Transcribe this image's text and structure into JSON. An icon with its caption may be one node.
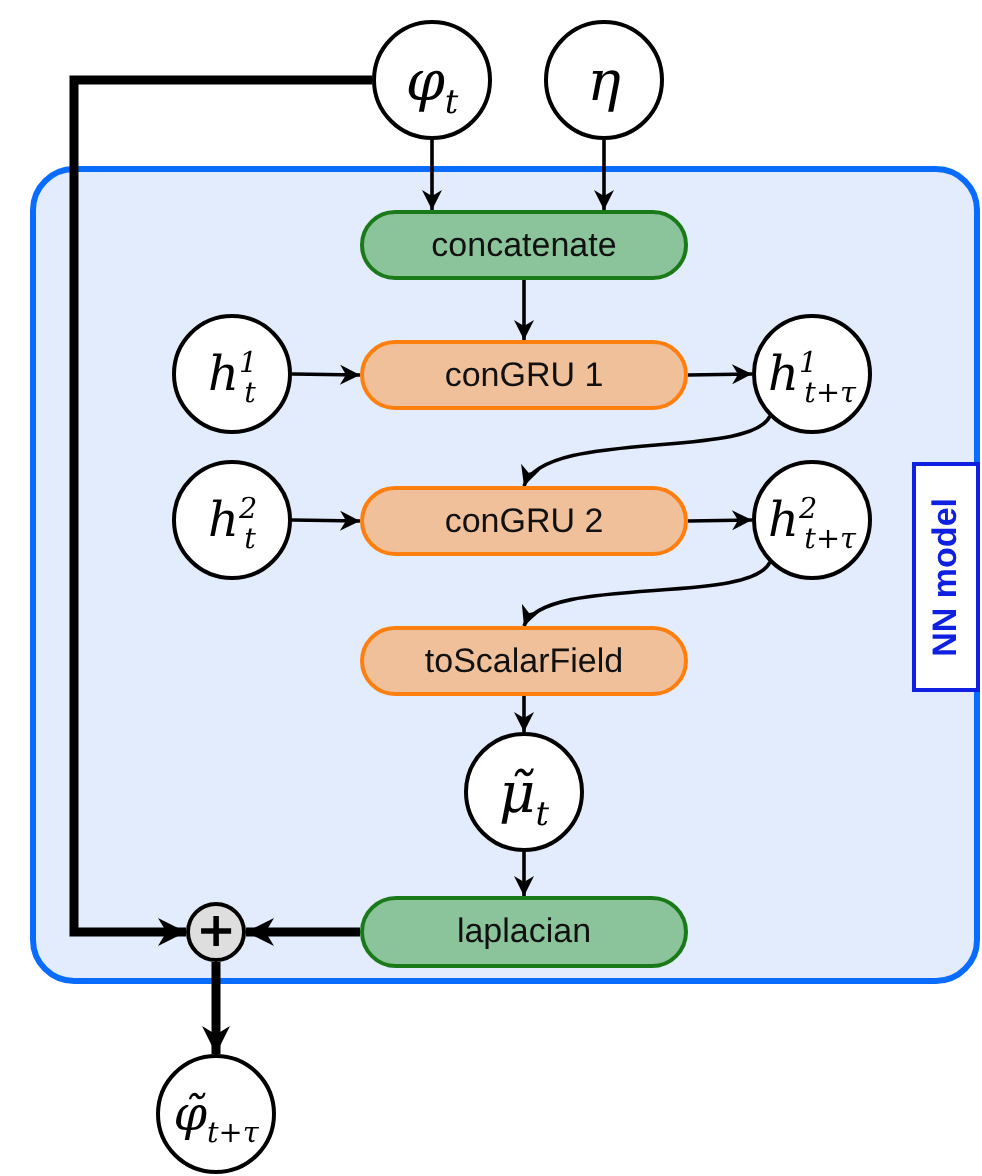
{
  "diagram": {
    "nodes": [
      {
        "text": [
          "NN model"
        ]
      },
      {
        "text": [
          "φ$_{t}$"
        ]
      },
      {
        "text": [
          "η"
        ]
      },
      {
        "text": [
          "concatenate"
        ],
        "in": 0
      },
      {
        "text": [
          "h$^{1}$$_{t}$"
        ],
        "in": 0
      },
      {
        "text": [
          "conGRU 1"
        ],
        "in": 0
      },
      {
        "text": [
          "h$^{1}$$_{t+τ}$"
        ],
        "in": 0
      },
      {
        "text": [
          "h$^{2}$$_{t}$"
        ],
        "in": 0
      },
      {
        "text": [
          "conGRU 2"
        ],
        "in": 0
      },
      {
        "text": [
          "h$^{2}$$_{t+τ}$"
        ],
        "in": 0
      },
      {
        "text": [
          "toScalarField"
        ],
        "in": 0
      },
      {
        "text": [
          "μ̃$_{t}$"
        ],
        "in": 0
      },
      {
        "text": [
          "+"
        ],
        "in": 0
      },
      {
        "text": [
          "laplacian"
        ],
        "in": 0
      },
      {
        "text": [
          "φ̃$_{t+τ}$"
        ]
      }
    ],
    "edges": [
      {
        "from": 1,
        "to": 3,
        "arrow": "to"
      },
      {
        "from": 2,
        "to": 3,
        "arrow": "to"
      },
      {
        "from": 3,
        "to": 5,
        "arrow": "to"
      },
      {
        "from": 4,
        "to": 5,
        "arrow": "to"
      },
      {
        "from": 5,
        "to": 6,
        "arrow": "to"
      },
      {
        "from": 6,
        "to": 8,
        "arrow": "to"
      },
      {
        "from": 7,
        "to": 8,
        "arrow": "to"
      },
      {
        "from": 8,
        "to": 9,
        "arrow": "to"
      },
      {
        "from": 9,
        "to": 10,
        "arrow": "to"
      },
      {
        "from": 10,
        "to": 11,
        "arrow": "to"
      },
      {
        "from": 11,
        "to": 13,
        "arrow": "to"
      },
      {
        "from": 13,
        "to": 12,
        "arrow": "to",
        "style": "thick"
      },
      {
        "from": 1,
        "to": 12,
        "arrow": "to",
        "style": "thick"
      },
      {
        "from": 12,
        "to": 14,
        "arrow": "to",
        "style": "thick"
      }
    ]
  }
}
